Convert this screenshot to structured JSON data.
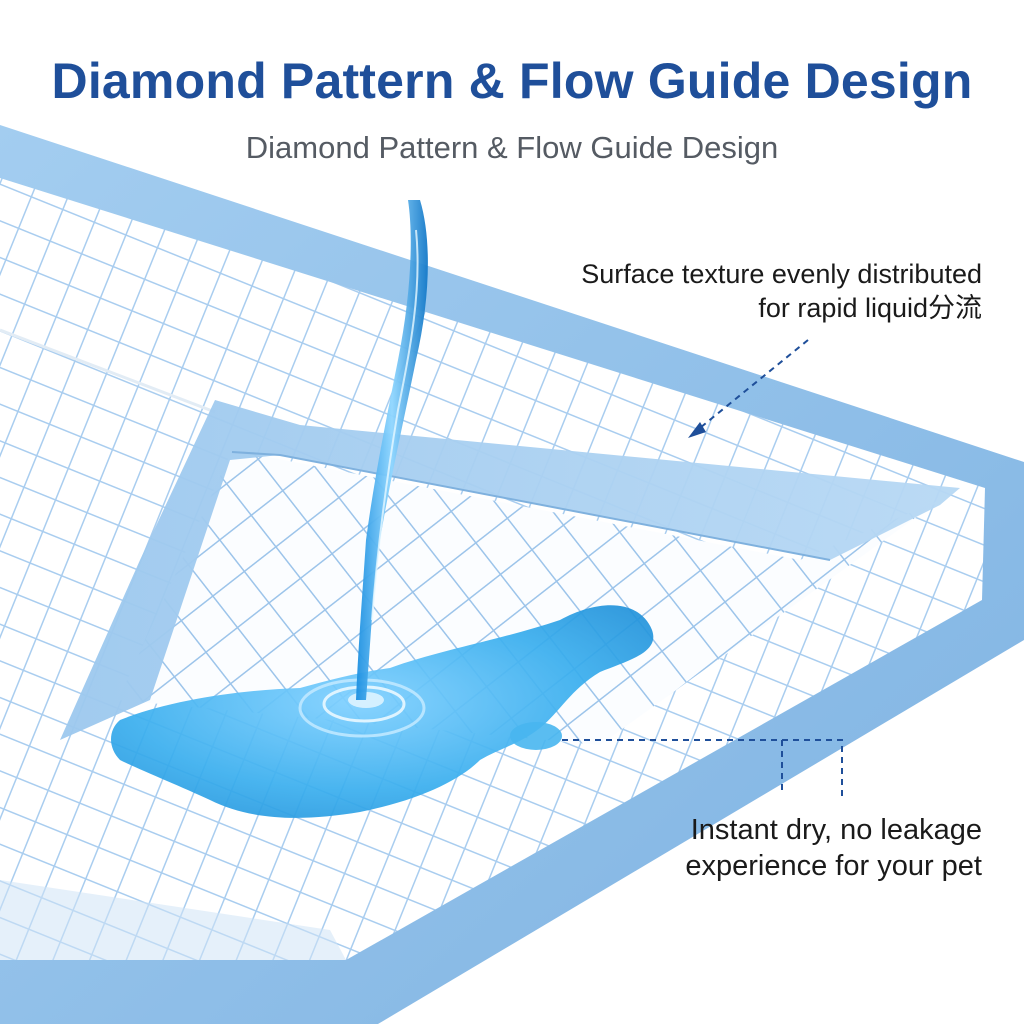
{
  "header": {
    "title": "Diamond Pattern & Flow Guide Design",
    "subtitle": "Diamond Pattern & Flow Guide Design"
  },
  "callouts": {
    "surface": {
      "line1": "Surface texture evenly distributed",
      "line2": "for rapid liquid分流"
    },
    "dry": {
      "line1": "Instant dry, no leakage",
      "line2": "experience for your pet"
    }
  },
  "colors": {
    "title": "#1f4f9a",
    "subtitle": "#555b63",
    "border_blue": "#8ec0ea",
    "grid_blue": "#a9cdef",
    "liquid": "#2aa0e6",
    "leader_line": "#1f4f9a"
  }
}
